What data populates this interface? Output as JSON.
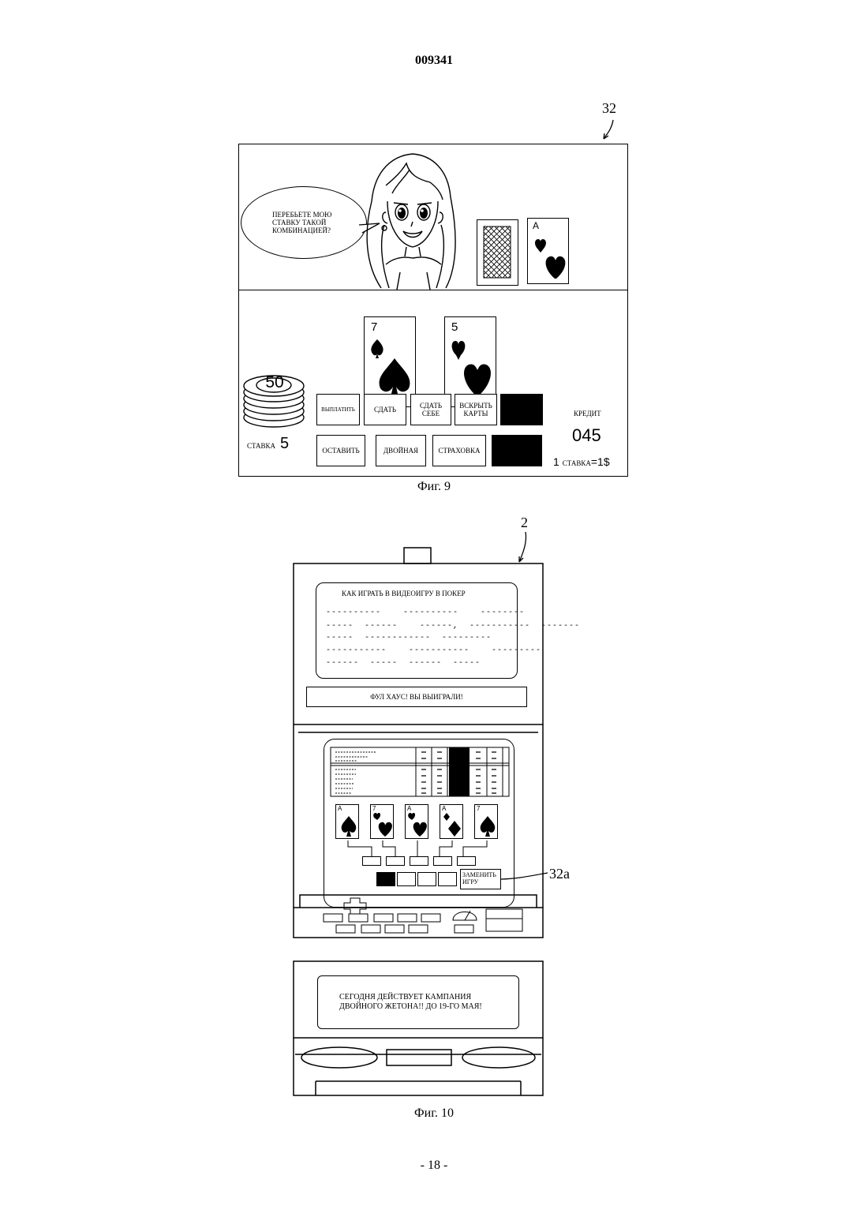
{
  "header": {
    "doc_number": "009341"
  },
  "fig9": {
    "ref_label": "32",
    "speech": "ПЕРЕБЬЕТЕ МОЮ СТАВКУ ТАКОЙ КОМБИНАЦИЕЙ?",
    "dealer_card_up": {
      "rank": "A",
      "suit": "hearts"
    },
    "player_cards": [
      {
        "rank": "7",
        "suit": "spades"
      },
      {
        "rank": "5",
        "suit": "hearts"
      }
    ],
    "chip_value": "50",
    "bet_label": "СТАВКА",
    "bet_value": "5",
    "buttons_row1": [
      "ВЫПЛАТИТЬ",
      "СДАТЬ",
      "СДАТЬ СЕБЕ",
      "ВСКРЫТЬ КАРТЫ"
    ],
    "buttons_row2": [
      "ОСТАВИТЬ",
      "ДВОЙНАЯ",
      "СТРАХОВКА"
    ],
    "credit_label": "КРЕДИТ",
    "credit_value": "045",
    "rate_prefix": "1",
    "rate_label": "СТАВКА",
    "rate_suffix": "=1$",
    "caption": "Фиг. 9"
  },
  "fig10": {
    "ref_label": "2",
    "ref_sub_label": "32a",
    "instructions_title": "КАК ИГРАТЬ В  ВИДЕОИГРУ В ПОКЕР",
    "instruction_lines": [
      "----------    ----------    --------",
      "-----  ------    ------,  -----------  -------",
      "-----  ------------  ---------",
      "-----------    -----------    ---------",
      "------  -----  ------  -----"
    ],
    "win_message": "ФУЛ ХАУС! ВЫ ВЫИГРАЛИ!",
    "cards": [
      {
        "rank": "A",
        "suit": "spades"
      },
      {
        "rank": "7",
        "suit": "hearts"
      },
      {
        "rank": "A",
        "suit": "hearts"
      },
      {
        "rank": "A",
        "suit": "diamonds"
      },
      {
        "rank": "7",
        "suit": "spades"
      }
    ],
    "change_game_button": "ЗАМЕНИТЬ ИГРУ",
    "campaign_text": "СЕГОДНЯ ДЕЙСТВУЕТ КАМПАНИЯ ДВОЙНОГО ЖЕТОНА!! ДО 19-ГО МАЯ!",
    "caption": "Фиг. 10"
  },
  "footer": {
    "page_number": "- 18 -"
  }
}
